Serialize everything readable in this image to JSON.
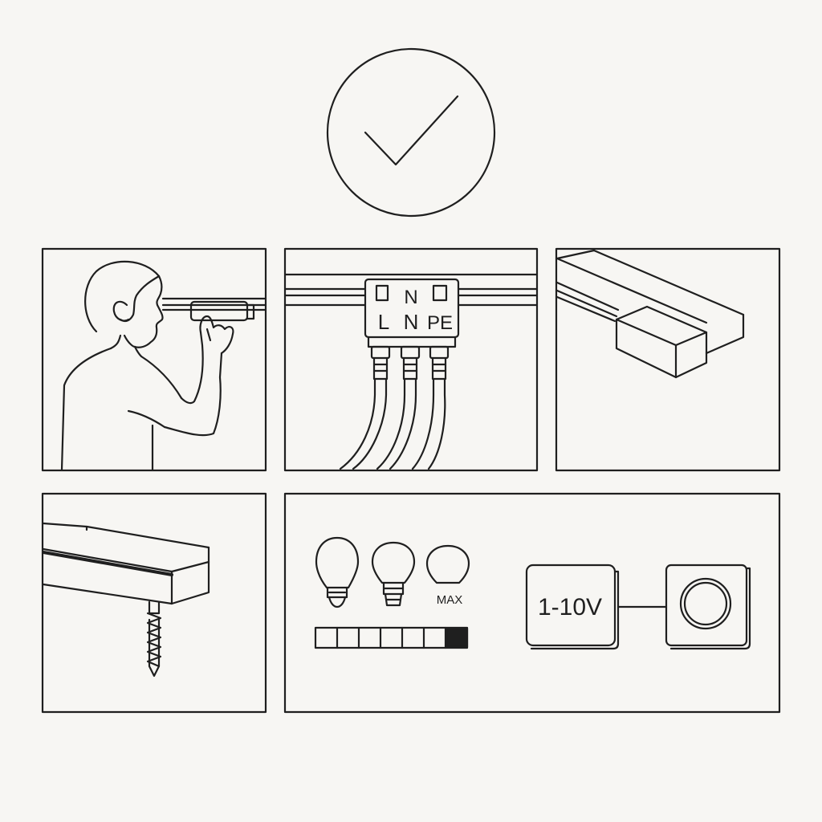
{
  "colors": {
    "background": "#f7f6f3",
    "ink": "#1f1f1f",
    "fill_dark": "#1f1f1f"
  },
  "header": {
    "icon": "checkmark-circle-icon"
  },
  "panels": [
    {
      "icon": "person-mounting-track-icon"
    },
    {
      "icon": "terminal-block-icon",
      "terminal_labels_top": [
        "N"
      ],
      "terminal_labels_bottom": [
        "L",
        "N",
        "PE"
      ]
    },
    {
      "icon": "track-adapter-icon"
    },
    {
      "icon": "rail-screw-mount-icon"
    },
    {
      "icons": [
        "bulb-icon",
        "bulb-icon",
        "bulb-icon",
        "dimmer-switch-icon"
      ],
      "max_label": "MAX",
      "level_bar": {
        "segments": 7,
        "filled": 1
      },
      "dimmer_label": "1-10V"
    }
  ]
}
